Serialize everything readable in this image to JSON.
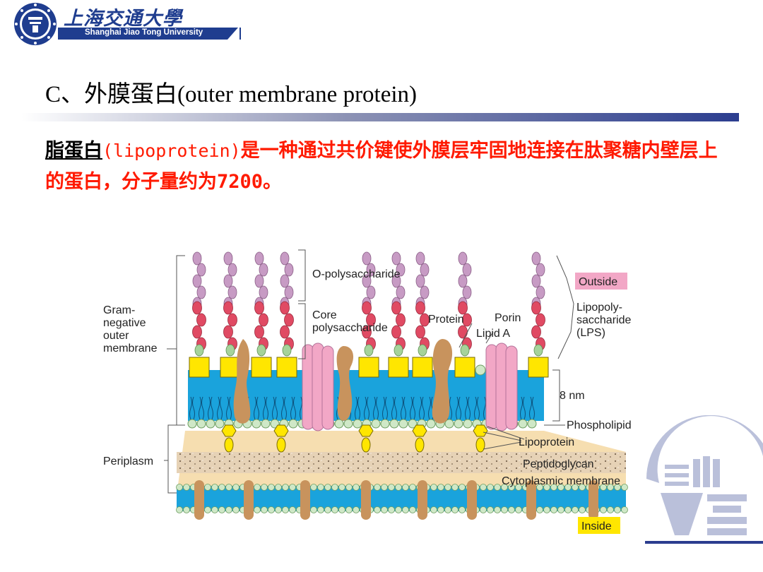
{
  "header": {
    "university_cn": "上海交通大學",
    "university_en": "Shanghai Jiao Tong University"
  },
  "slide": {
    "title": "C、外膜蛋白(outer membrane protein)",
    "paragraph": {
      "term_cn": "脂蛋白",
      "term_en": "(lipoprotein)",
      "body": "是一种通过共价键使外膜层牢固地连接在肽聚糖内壁层上的蛋白，分子量约为7200。"
    }
  },
  "diagram": {
    "labels": {
      "gram_negative": [
        "Gram-",
        "negative",
        "outer",
        "membrane"
      ],
      "periplasm": "Periplasm",
      "o_polysaccharide": "O-polysaccharide",
      "core_polysaccharide": [
        "Core",
        "polysaccharide"
      ],
      "protein": "Protein",
      "porin": "Porin",
      "lipid_a": "Lipid A",
      "outside": "Outside",
      "lps": [
        "Lipopoly-",
        "saccharide",
        "(LPS)"
      ],
      "thickness": "8 nm",
      "phospholipid": "Phospholipid",
      "lipoprotein": "Lipoprotein",
      "peptidoglycan": "Peptidoglycan",
      "cytoplasmic_membrane": "Cytoplasmic membrane",
      "inside": "Inside"
    },
    "colors": {
      "bilayer": "#1aa3dc",
      "lipid_a": "#ffe600",
      "chain_core": "#e04a63",
      "chain_o": "#c79bc4",
      "porin": "#f2a7c6",
      "protein": "#c8935d",
      "periplasm": "#f6deb0",
      "outside_tag": "#f2a7c6",
      "inside_tag": "#ffe600"
    }
  }
}
